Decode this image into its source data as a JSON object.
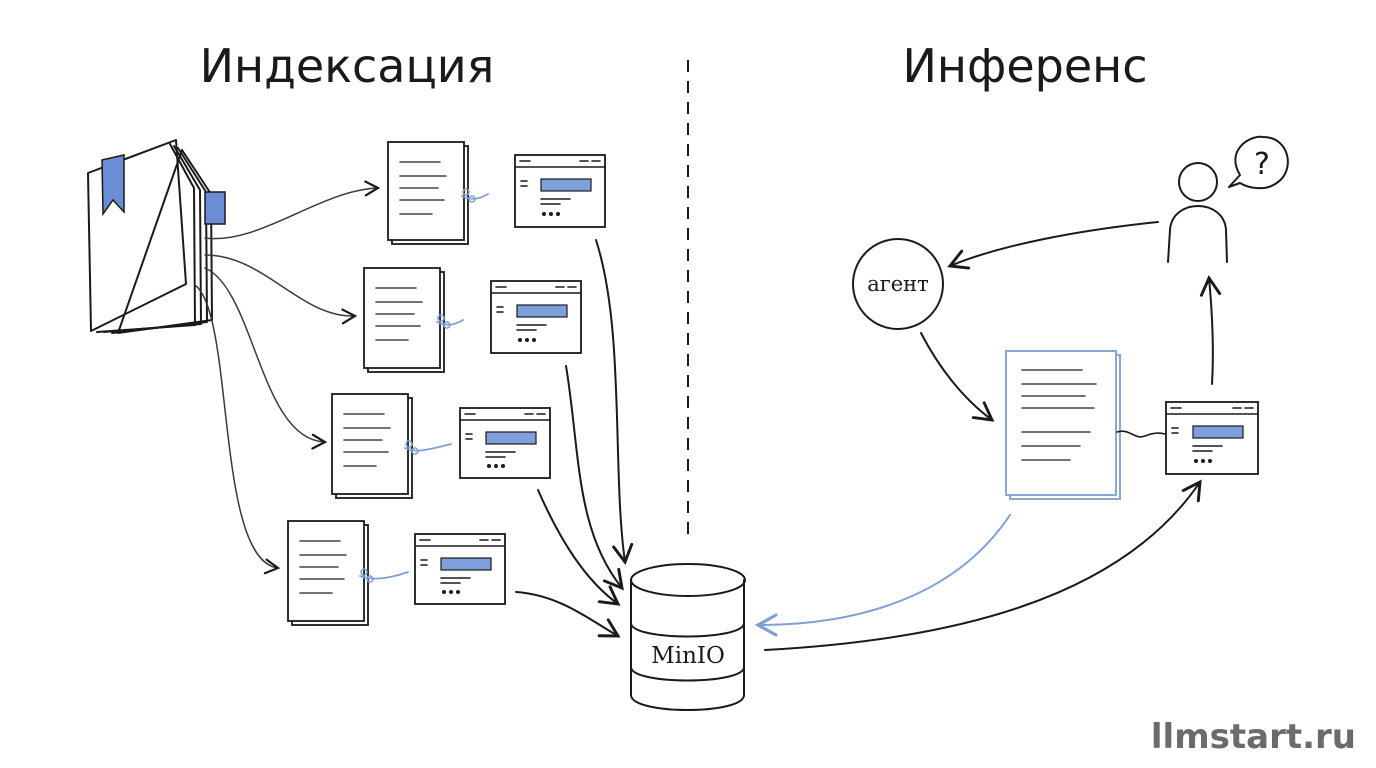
{
  "titles": {
    "left": "Индексация",
    "right": "Инференс"
  },
  "nodes": {
    "database": "MinIO",
    "agent": "агент",
    "question": "?"
  },
  "watermark": "llmstart.ru",
  "colors": {
    "accent_blue": "#7f9fdc",
    "ink": "#1a1a1a",
    "watermark": "#6b6b6b"
  },
  "icons": [
    "book-icon",
    "document-icon",
    "card-icon",
    "link-icon",
    "database-icon",
    "person-icon",
    "speech-bubble-icon"
  ]
}
